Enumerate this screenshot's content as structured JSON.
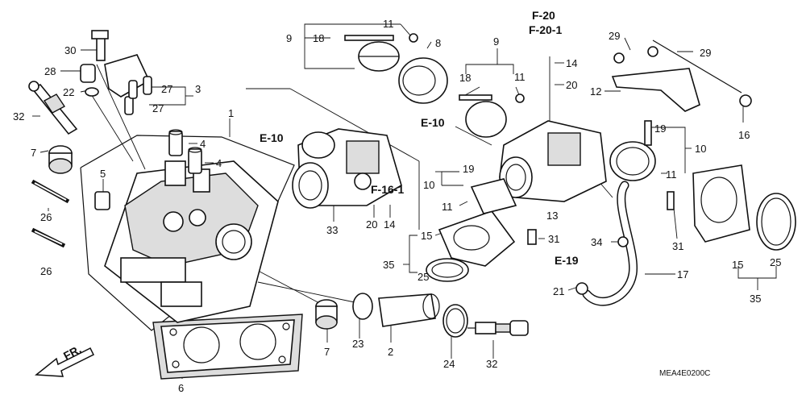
{
  "labels": [
    {
      "id": "l1",
      "text": "1"
    },
    {
      "id": "l2",
      "text": "2"
    },
    {
      "id": "l3",
      "text": "3"
    },
    {
      "id": "l4a",
      "text": "4"
    },
    {
      "id": "l4b",
      "text": "4"
    },
    {
      "id": "l5",
      "text": "5"
    },
    {
      "id": "l6",
      "text": "6"
    },
    {
      "id": "l7a",
      "text": "7"
    },
    {
      "id": "l7b",
      "text": "7"
    },
    {
      "id": "l8",
      "text": "8"
    },
    {
      "id": "l9a",
      "text": "9"
    },
    {
      "id": "l9b",
      "text": "9"
    },
    {
      "id": "l10a",
      "text": "10"
    },
    {
      "id": "l10b",
      "text": "10"
    },
    {
      "id": "l11a",
      "text": "11"
    },
    {
      "id": "l11b",
      "text": "11"
    },
    {
      "id": "l11c",
      "text": "11"
    },
    {
      "id": "l11d",
      "text": "11"
    },
    {
      "id": "l12",
      "text": "12"
    },
    {
      "id": "l13",
      "text": "13"
    },
    {
      "id": "l14a",
      "text": "14"
    },
    {
      "id": "l14b",
      "text": "14"
    },
    {
      "id": "l15a",
      "text": "15"
    },
    {
      "id": "l15b",
      "text": "15"
    },
    {
      "id": "l16",
      "text": "16"
    },
    {
      "id": "l17",
      "text": "17"
    },
    {
      "id": "l18a",
      "text": "18"
    },
    {
      "id": "l18b",
      "text": "18"
    },
    {
      "id": "l19a",
      "text": "19"
    },
    {
      "id": "l19b",
      "text": "19"
    },
    {
      "id": "l20a",
      "text": "20"
    },
    {
      "id": "l20b",
      "text": "20"
    },
    {
      "id": "l21",
      "text": "21"
    },
    {
      "id": "l22",
      "text": "22"
    },
    {
      "id": "l23",
      "text": "23"
    },
    {
      "id": "l24",
      "text": "24"
    },
    {
      "id": "l25a",
      "text": "25"
    },
    {
      "id": "l25b",
      "text": "25"
    },
    {
      "id": "l26a",
      "text": "26"
    },
    {
      "id": "l26b",
      "text": "26"
    },
    {
      "id": "l27a",
      "text": "27"
    },
    {
      "id": "l27b",
      "text": "27"
    },
    {
      "id": "l28",
      "text": "28"
    },
    {
      "id": "l29a",
      "text": "29"
    },
    {
      "id": "l29b",
      "text": "29"
    },
    {
      "id": "l30",
      "text": "30"
    },
    {
      "id": "l31a",
      "text": "31"
    },
    {
      "id": "l31b",
      "text": "31"
    },
    {
      "id": "l32a",
      "text": "32"
    },
    {
      "id": "l32b",
      "text": "32"
    },
    {
      "id": "l33",
      "text": "33"
    },
    {
      "id": "l34",
      "text": "34"
    },
    {
      "id": "l35a",
      "text": "35"
    },
    {
      "id": "l35b",
      "text": "35"
    }
  ],
  "references": [
    {
      "id": "rE10a",
      "text": "E-10"
    },
    {
      "id": "rE10b",
      "text": "E-10"
    },
    {
      "id": "rF20",
      "text": "F-20"
    },
    {
      "id": "rF201",
      "text": "F-20-1"
    },
    {
      "id": "rF161",
      "text": "F-16-1"
    },
    {
      "id": "rE19",
      "text": "E-19"
    }
  ],
  "front_marker": "FR.",
  "diagram_code": "MEA4E0200C"
}
